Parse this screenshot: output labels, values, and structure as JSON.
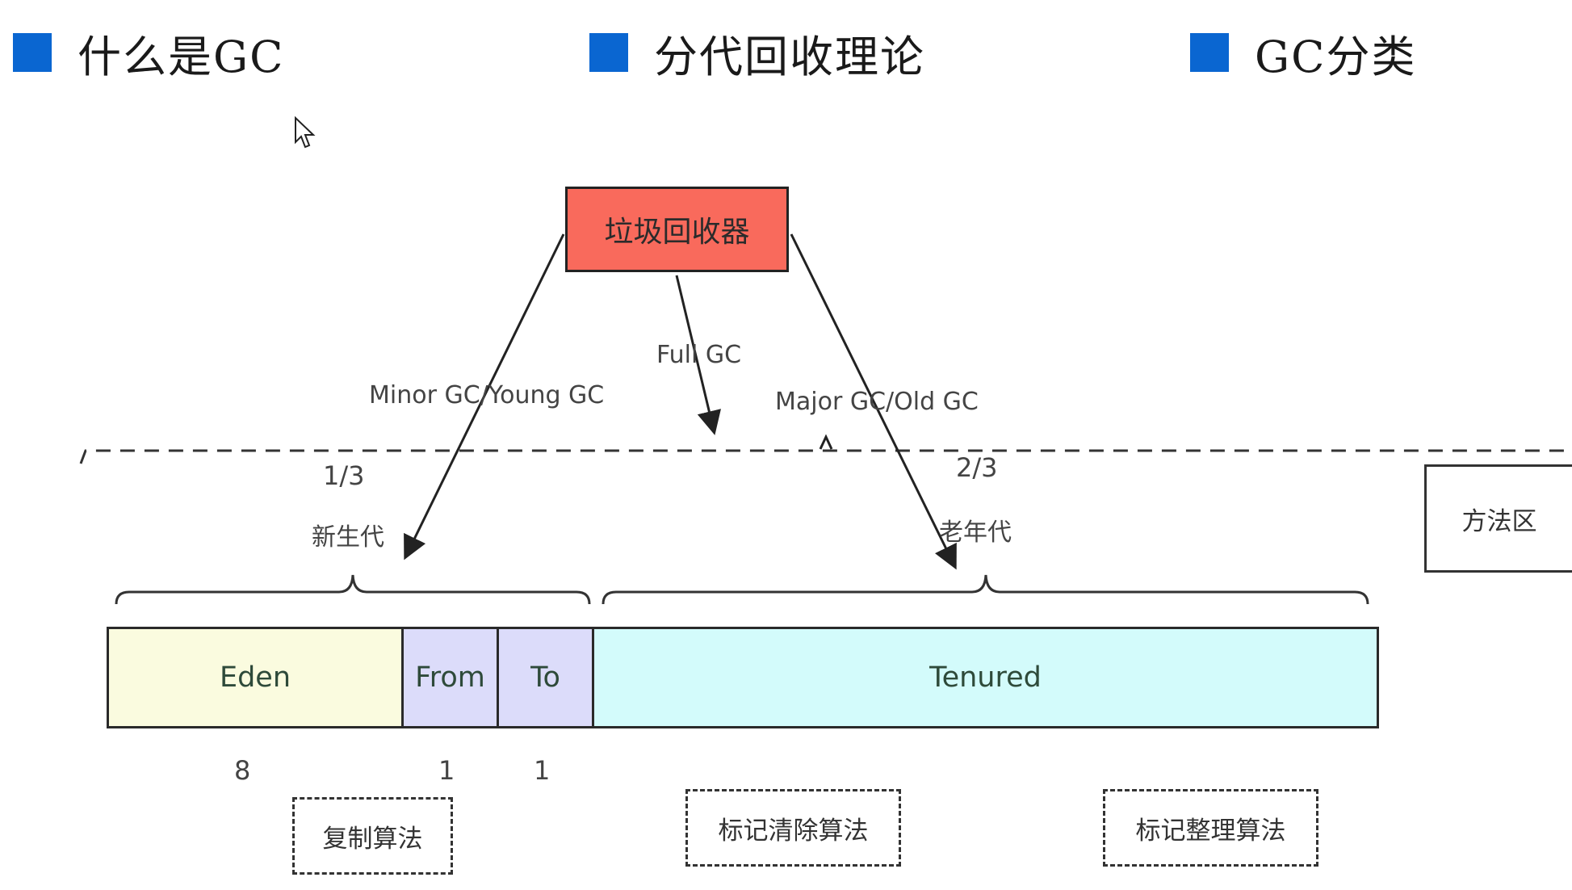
{
  "header": {
    "topics": [
      {
        "label": "什么是GC"
      },
      {
        "label": "分代回收理论"
      },
      {
        "label": "GC分类"
      }
    ],
    "accent_color": "#0a66d1"
  },
  "diagram": {
    "collector": {
      "label": "垃圾回收器",
      "color": "#f96a5c"
    },
    "arrows": {
      "minor": "Minor GC/Young GC",
      "full": "Full GC",
      "major": "Major GC/Old GC"
    },
    "young": {
      "ratio": "1/3",
      "label": "新生代"
    },
    "old": {
      "ratio": "2/3",
      "label": "老年代"
    },
    "method_area": "方法区",
    "heap": {
      "eden": {
        "label": "Eden",
        "ratio": "8",
        "color": "#fafbdf"
      },
      "from": {
        "label": "From",
        "ratio": "1",
        "color": "#dcdcfa"
      },
      "to": {
        "label": "To",
        "ratio": "1",
        "color": "#dcdcfa"
      },
      "tenured": {
        "label": "Tenured",
        "color": "#d3fbfb"
      }
    },
    "algorithms": {
      "copy": "复制算法",
      "mark_sweep": "标记清除算法",
      "mark_compact": "标记整理算法"
    }
  }
}
